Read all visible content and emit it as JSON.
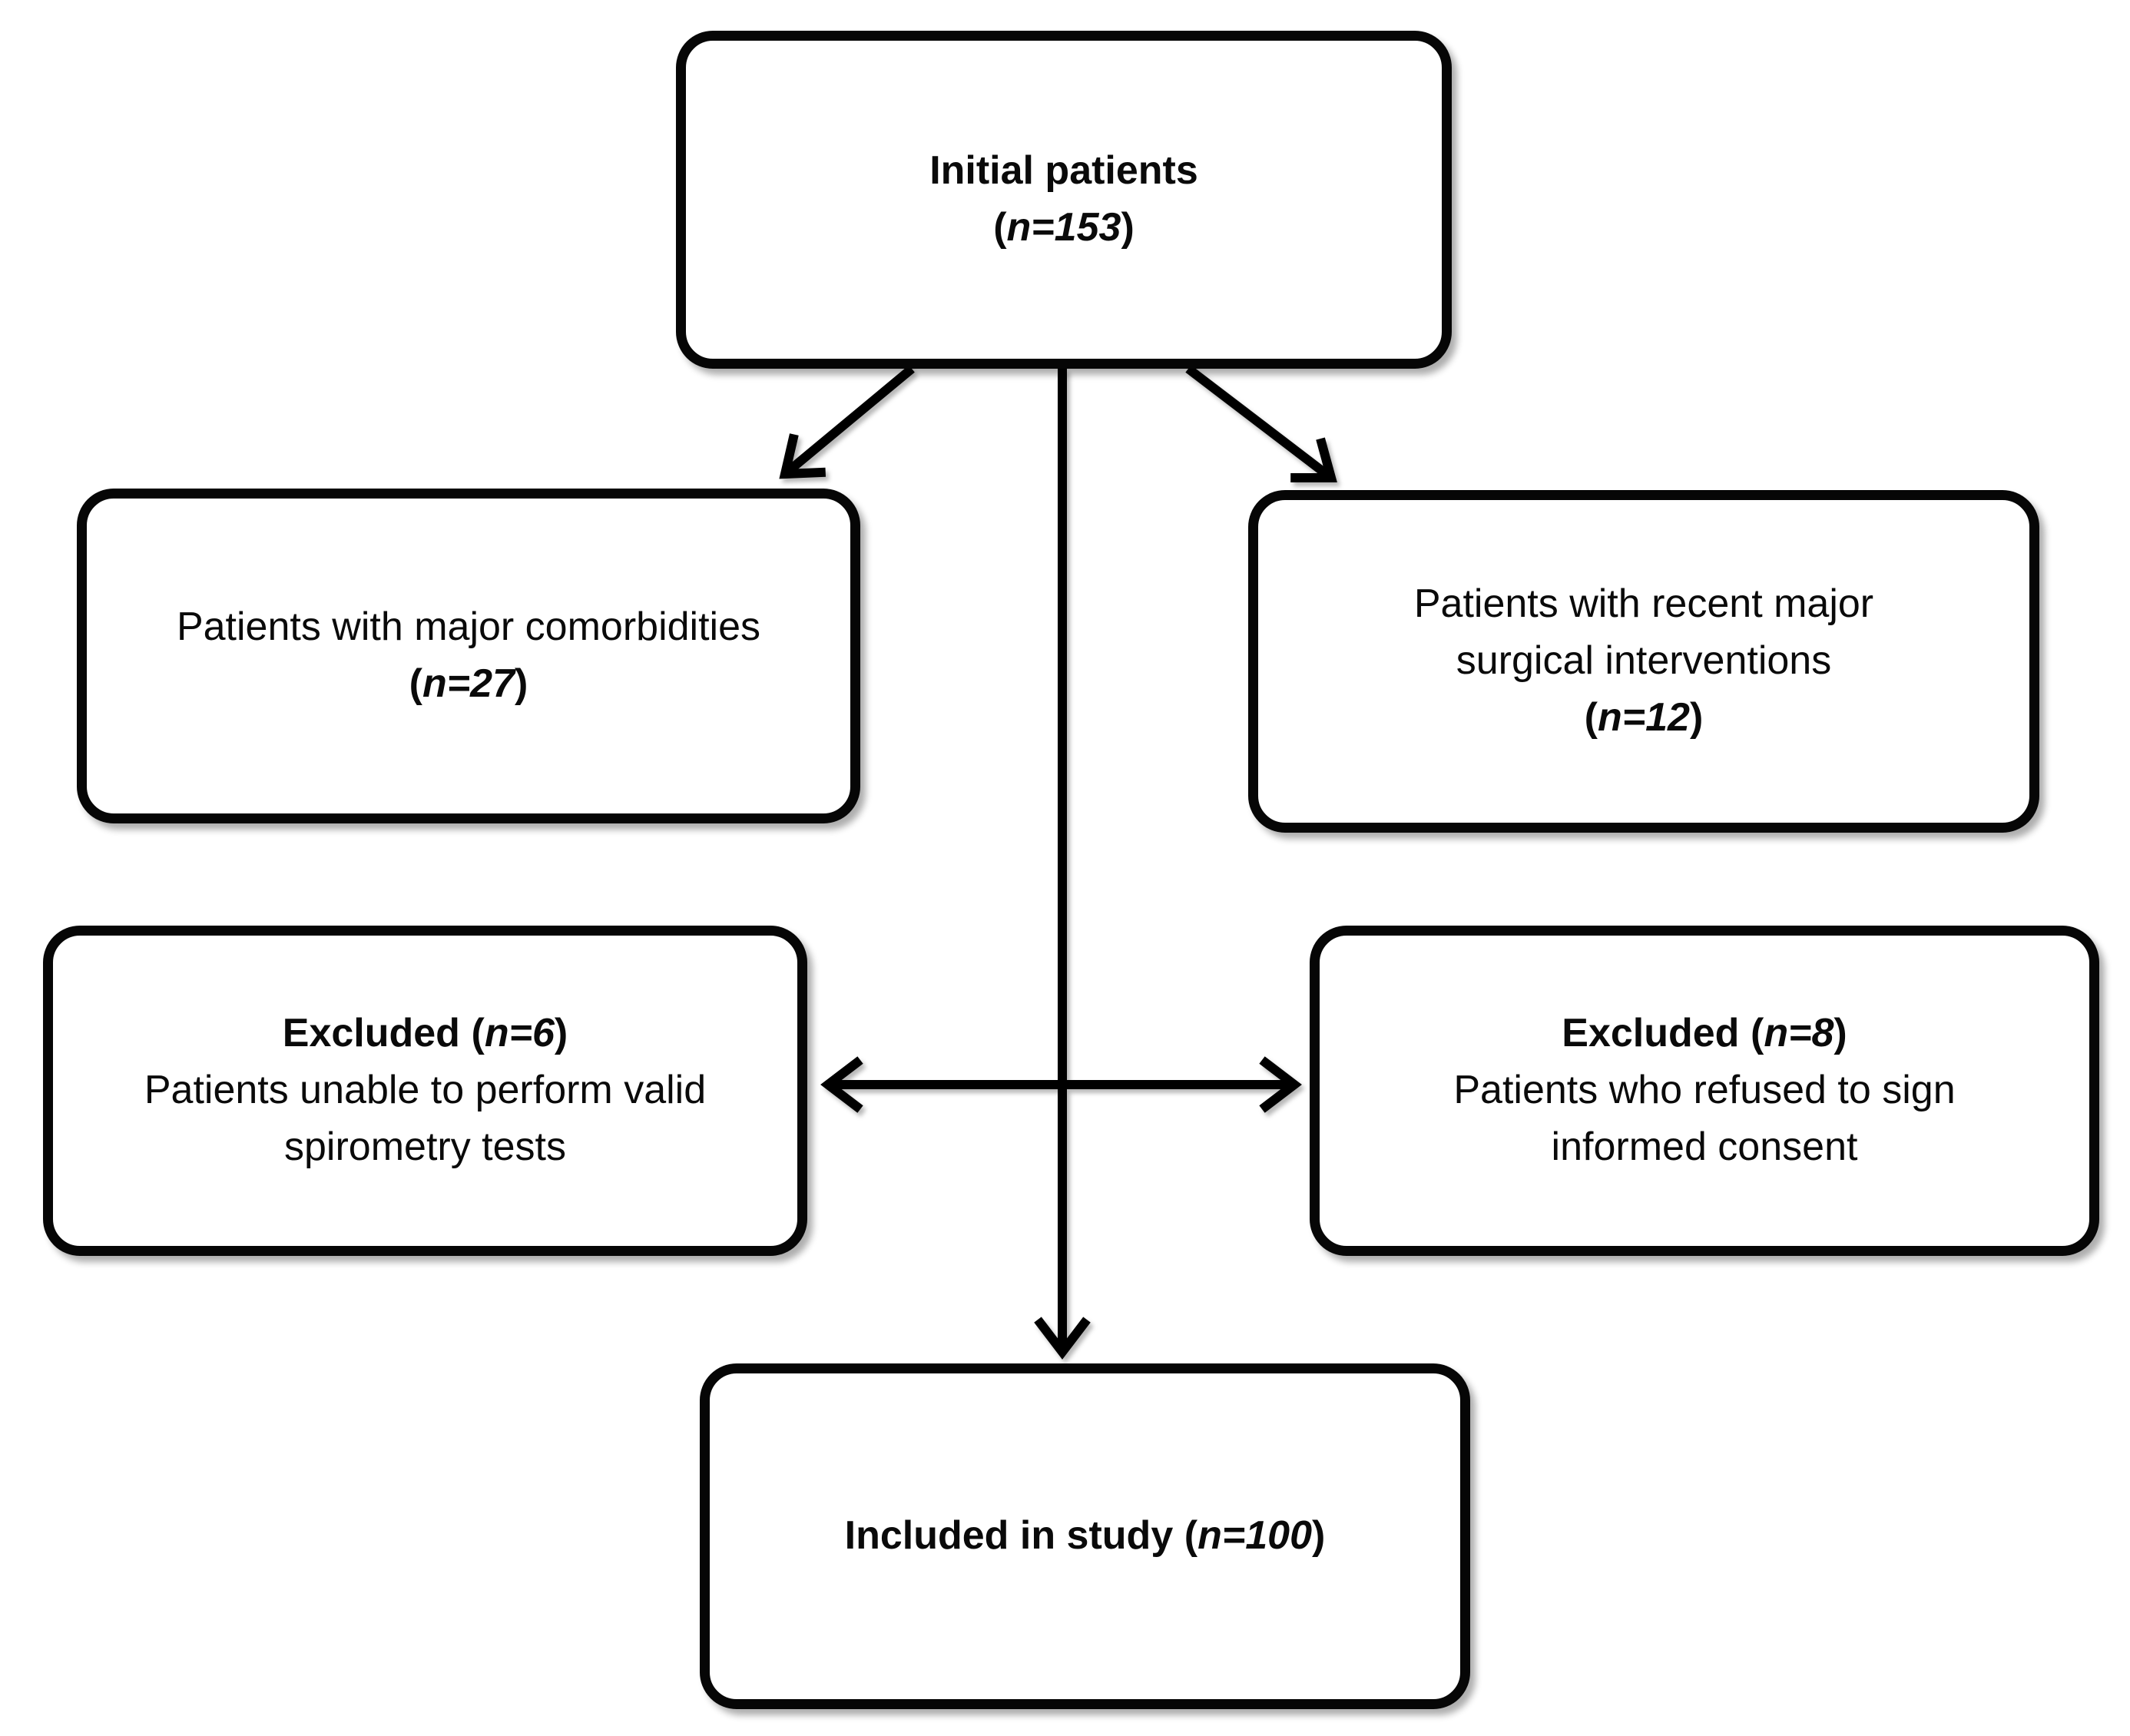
{
  "diagram": {
    "background_color": "#ffffff",
    "line_color": "#000000",
    "boxes": {
      "initial": {
        "title": "Initial patients",
        "count_open": "(",
        "count": "n=153",
        "count_close": ")"
      },
      "comorbidities": {
        "line1": "Patients with major comorbidities",
        "count_open": "(",
        "count": "n=27",
        "count_close": ")"
      },
      "surgical": {
        "line1": "Patients with recent major",
        "line2": "surgical interventions",
        "count_open": "(",
        "count": "n=12",
        "count_close": ")"
      },
      "excluded_spirometry": {
        "title": "Excluded",
        "count_open": "(",
        "count": "n=6",
        "count_close": ")",
        "line1": "Patients unable to perform valid",
        "line2": "spirometry tests"
      },
      "excluded_consent": {
        "title": "Excluded",
        "count_open": "(",
        "count": "n=8",
        "count_close": ")",
        "line1": "Patients who refused to sign",
        "line2": "informed consent"
      },
      "included": {
        "title": "Included in study",
        "count_open": "(",
        "count": "n=100",
        "count_close": ")"
      }
    }
  }
}
